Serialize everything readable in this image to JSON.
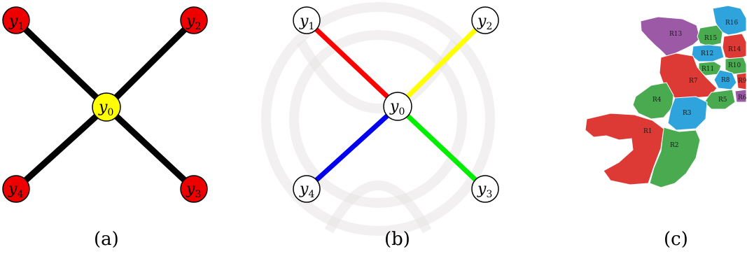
{
  "colors": {
    "node_red": "#ee0000",
    "node_yellow": "#ffff00",
    "node_white": "#ffffff",
    "edge_black": "#000000",
    "edge_red": "#ff0000",
    "edge_yellow": "#ffff00",
    "edge_green": "#00ee00",
    "edge_blue": "#0000ee",
    "map_purple": "#9b59a6",
    "map_blue": "#2fa3dc",
    "map_green": "#4aaa50",
    "map_red": "#dd3a36"
  },
  "diagram_a": {
    "caption": "(a)",
    "center": {
      "base": "y",
      "sub": "0"
    },
    "leaves": [
      {
        "base": "y",
        "sub": "1"
      },
      {
        "base": "y",
        "sub": "2"
      },
      {
        "base": "y",
        "sub": "3"
      },
      {
        "base": "y",
        "sub": "4"
      }
    ]
  },
  "diagram_b": {
    "caption": "(b)",
    "center": {
      "base": "y",
      "sub": "0"
    },
    "leaves": [
      {
        "base": "y",
        "sub": "1"
      },
      {
        "base": "y",
        "sub": "2"
      },
      {
        "base": "y",
        "sub": "3"
      },
      {
        "base": "y",
        "sub": "4"
      }
    ]
  },
  "diagram_c": {
    "caption": "(c)",
    "regions": [
      "R1",
      "R2",
      "R3",
      "R4",
      "R5",
      "R6",
      "R7",
      "R8",
      "R9",
      "R10",
      "R11",
      "R12",
      "R13",
      "R14",
      "R15",
      "R16"
    ]
  }
}
